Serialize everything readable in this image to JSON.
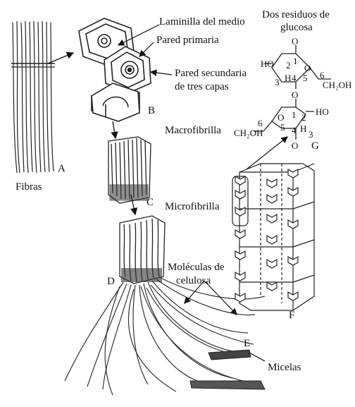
{
  "labels": {
    "laminilla": "Laminilla del medio",
    "pared_primaria": "Pared primaria",
    "pared_secundaria_1": "Pared secundaria",
    "pared_secundaria_2": "de tres capas",
    "dos_residuos_1": "Dos residuos de",
    "dos_residuos_2": "glucosa",
    "macrofibrilla": "Macrofibrilla",
    "microfibrilla": "Microfibrilla",
    "moleculas_1": "Moléculas de",
    "moleculas_2": "celulosa",
    "micelas": "Micelas",
    "fibras": "Fibras"
  },
  "letters": {
    "A": "A",
    "B": "B",
    "C": "C",
    "D": "D",
    "E": "E",
    "F": "F",
    "G": "G"
  },
  "glucose_top": {
    "o_top": "O",
    "ho": "HO",
    "c2": "2",
    "c1": "1",
    "o_ring": "O",
    "c3": "3",
    "h": "H",
    "c4": "4",
    "c5": "5",
    "c6": "6",
    "ch2oh": "CH₂OH",
    "o_link": "O"
  },
  "glucose_bottom": {
    "o_ring": "O",
    "c1": "1",
    "c2": "2",
    "ho": "HO",
    "c6": "6",
    "ch2oh": "CH₂OH",
    "c5": "5",
    "c4": "4",
    "h": "H",
    "c3": "3",
    "o_bottom": "O"
  }
}
